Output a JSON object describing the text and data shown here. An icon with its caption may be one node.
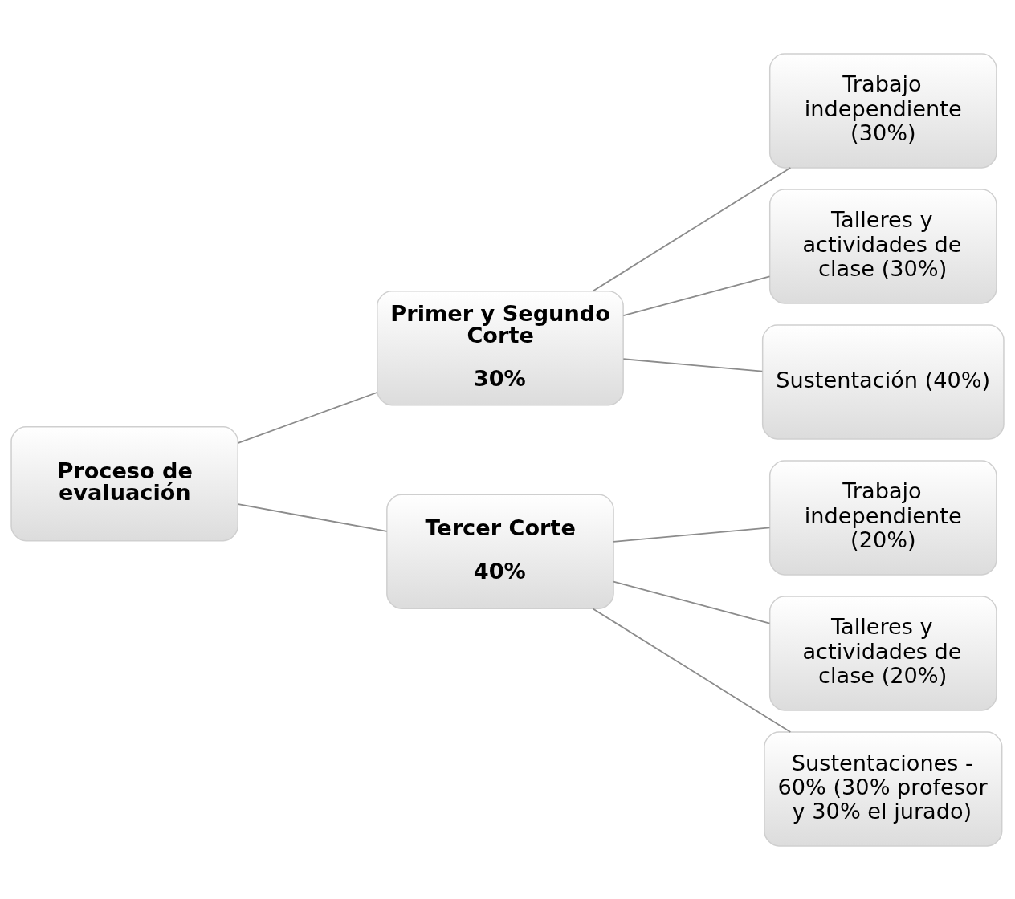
{
  "diagram": {
    "nodes": [
      {
        "text": [
          "Proceso de evaluación"
        ]
      },
      {
        "text": [
          "Primer y Segundo Corte",
          "30%"
        ]
      },
      {
        "text": [
          "Trabajo independiente (30%)"
        ]
      },
      {
        "text": [
          "Talleres y actividades de clase (30%)"
        ]
      },
      {
        "text": [
          "Sustentación (40%)"
        ]
      },
      {
        "text": [
          "Tercer Corte",
          "40%"
        ]
      },
      {
        "text": [
          "Trabajo independiente (20%)"
        ]
      },
      {
        "text": [
          "Talleres y actividades de clase (20%)"
        ]
      },
      {
        "text": [
          "Sustentaciones - 60% (30% profesor y 30% el jurado)"
        ]
      }
    ],
    "edges": [
      {
        "from": 0,
        "to": 1,
        "arrow": "none"
      },
      {
        "from": 0,
        "to": 5,
        "arrow": "none"
      },
      {
        "from": 1,
        "to": 2,
        "arrow": "none"
      },
      {
        "from": 1,
        "to": 3,
        "arrow": "none"
      },
      {
        "from": 1,
        "to": 4,
        "arrow": "none"
      },
      {
        "from": 5,
        "to": 6,
        "arrow": "none"
      },
      {
        "from": 5,
        "to": 7,
        "arrow": "none"
      },
      {
        "from": 5,
        "to": 8,
        "arrow": "none"
      }
    ]
  }
}
